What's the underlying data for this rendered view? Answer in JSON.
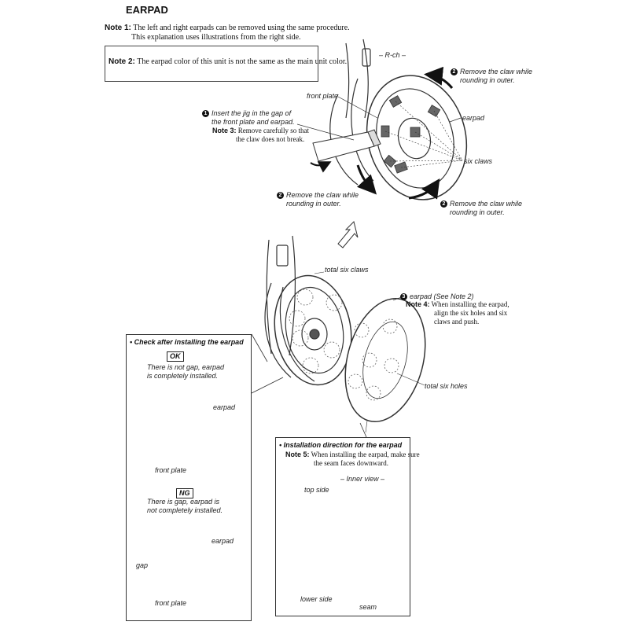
{
  "title": "EARPAD",
  "notes": {
    "note1_label": "Note 1:",
    "note1_line1": "The left and right earpads can be removed using the same procedure.",
    "note1_line2": "This explanation uses illustrations from the right side.",
    "note2_label": "Note 2:",
    "note2_text": "The earpad color of this unit is not the same as the main unit color."
  },
  "top_figure": {
    "rch": "– R-ch –",
    "step1_num": "1",
    "step1_line1": "Insert the jig in the gap of",
    "step1_line2": "the front plate and earpad.",
    "note3_label": "Note 3:",
    "note3_line1": "Remove carefully so that",
    "note3_line2": "the claw does not break.",
    "front_plate": "front plate",
    "earpad": "earpad",
    "six_claws": "six claws",
    "step2_num": "2",
    "remove_claw_1": "Remove the claw while",
    "remove_claw_2": "rounding in outer."
  },
  "middle_figure": {
    "total_six_claws": "total six claws",
    "step3_num": "3",
    "earpad_see_note": "earpad (See Note 2)",
    "note4_label": "Note 4:",
    "note4_line1": "When installing the earpad,",
    "note4_line2": "align the six holes and six",
    "note4_line3": "claws and push.",
    "total_six_holes": "total six holes"
  },
  "check_panel": {
    "heading": "• Check after installing the earpad",
    "ok_tag": "OK",
    "ok_line1": "There is not gap, earpad",
    "ok_line2": "is completely installed.",
    "earpad": "earpad",
    "front_plate": "front plate",
    "ng_tag": "NG",
    "ng_line1": "There is gap, earpad is",
    "ng_line2": "not completely installed.",
    "gap": "gap"
  },
  "install_panel": {
    "heading": "• Installation direction for the earpad",
    "note5_label": "Note 5:",
    "note5_line1": "When installing the earpad, make sure",
    "note5_line2": "the seam faces downward.",
    "inner_view": "– Inner view –",
    "top_side": "top side",
    "lower_side": "lower side",
    "seam": "seam"
  },
  "colors": {
    "red": "#d8262a",
    "dark": "#1a1a1a",
    "pad": "#2b2b2b",
    "line": "#333333"
  }
}
